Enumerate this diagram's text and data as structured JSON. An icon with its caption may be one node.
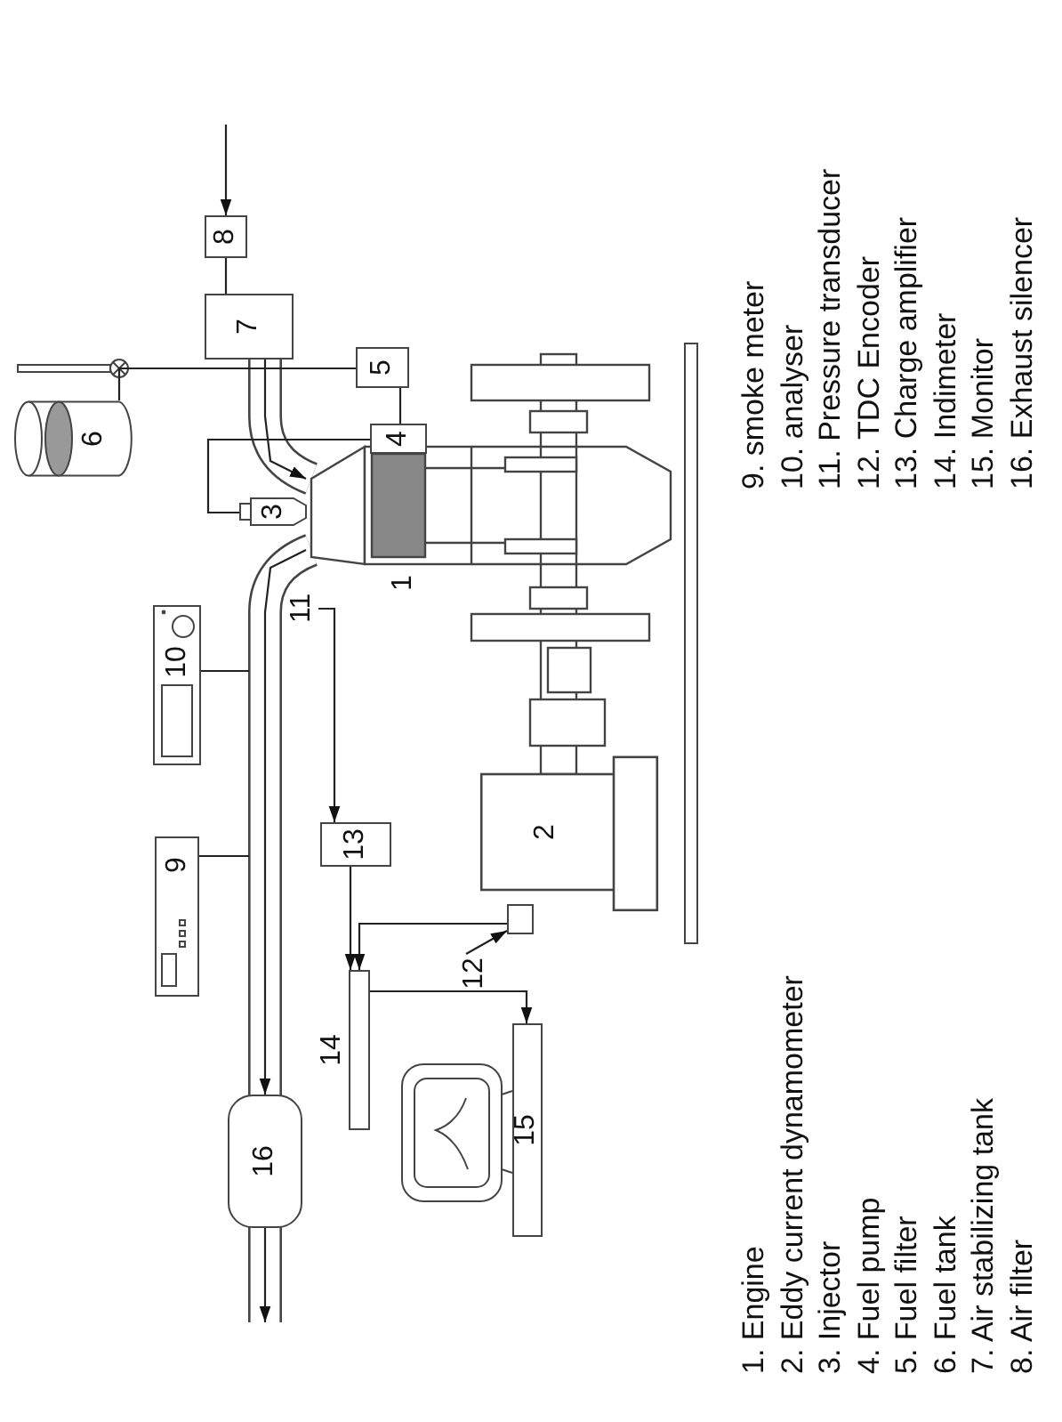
{
  "diagram": {
    "nodes": [
      {
        "text": [
          "1"
        ]
      },
      {
        "text": [
          "2"
        ]
      },
      {
        "text": [
          "3"
        ]
      },
      {
        "text": [
          "4"
        ]
      },
      {
        "text": [
          "5"
        ]
      },
      {
        "text": [
          "6"
        ]
      },
      {
        "text": [
          "7"
        ]
      },
      {
        "text": [
          "8"
        ]
      },
      {
        "text": [
          "9"
        ]
      },
      {
        "text": [
          "10"
        ]
      },
      {
        "text": [
          "11"
        ]
      },
      {
        "text": [
          "12"
        ]
      },
      {
        "text": [
          "13"
        ]
      },
      {
        "text": [
          "14"
        ]
      },
      {
        "text": [
          "15"
        ]
      },
      {
        "text": [
          "16"
        ]
      },
      {
        "text": [],
        "shape": "box"
      }
    ],
    "edges": [
      {
        "from": null,
        "to": 7,
        "arrow": "to"
      },
      {
        "from": 7,
        "to": 6,
        "arrow": "none"
      },
      {
        "from": 6,
        "to": 0,
        "arrow": "to"
      },
      {
        "from": 0,
        "to": 15,
        "arrow": "to"
      },
      {
        "from": 15,
        "to": null,
        "arrow": "to"
      },
      {
        "from": 9,
        "to": null,
        "arrow": "none"
      },
      {
        "from": 8,
        "to": null,
        "arrow": "none"
      },
      {
        "from": 5,
        "to": 4,
        "arrow": "none"
      },
      {
        "from": 4,
        "to": 3,
        "arrow": "none"
      },
      {
        "from": 3,
        "to": 2,
        "arrow": "none"
      },
      {
        "from": 10,
        "to": 12,
        "arrow": "to"
      },
      {
        "from": 12,
        "to": 13,
        "arrow": "to"
      },
      {
        "from": 11,
        "to": 16,
        "arrow": "to"
      },
      {
        "from": 16,
        "to": 13,
        "arrow": "to"
      },
      {
        "from": 13,
        "to": 14,
        "arrow": "to"
      }
    ],
    "labels": [
      "1. Engine",
      "2. Eddy current dynamometer",
      "3. Injector",
      "4. Fuel pump",
      "5. Fuel filter",
      "6. Fuel tank",
      "7. Air stabilizing tank",
      "8. Air filter",
      "9. smoke meter",
      "10. analyser",
      "11. Pressure transducer",
      "12. TDC Encoder",
      "13. Charge amplifier",
      "14. Indimeter",
      "15. Monitor",
      "16. Exhaust silencer"
    ]
  }
}
